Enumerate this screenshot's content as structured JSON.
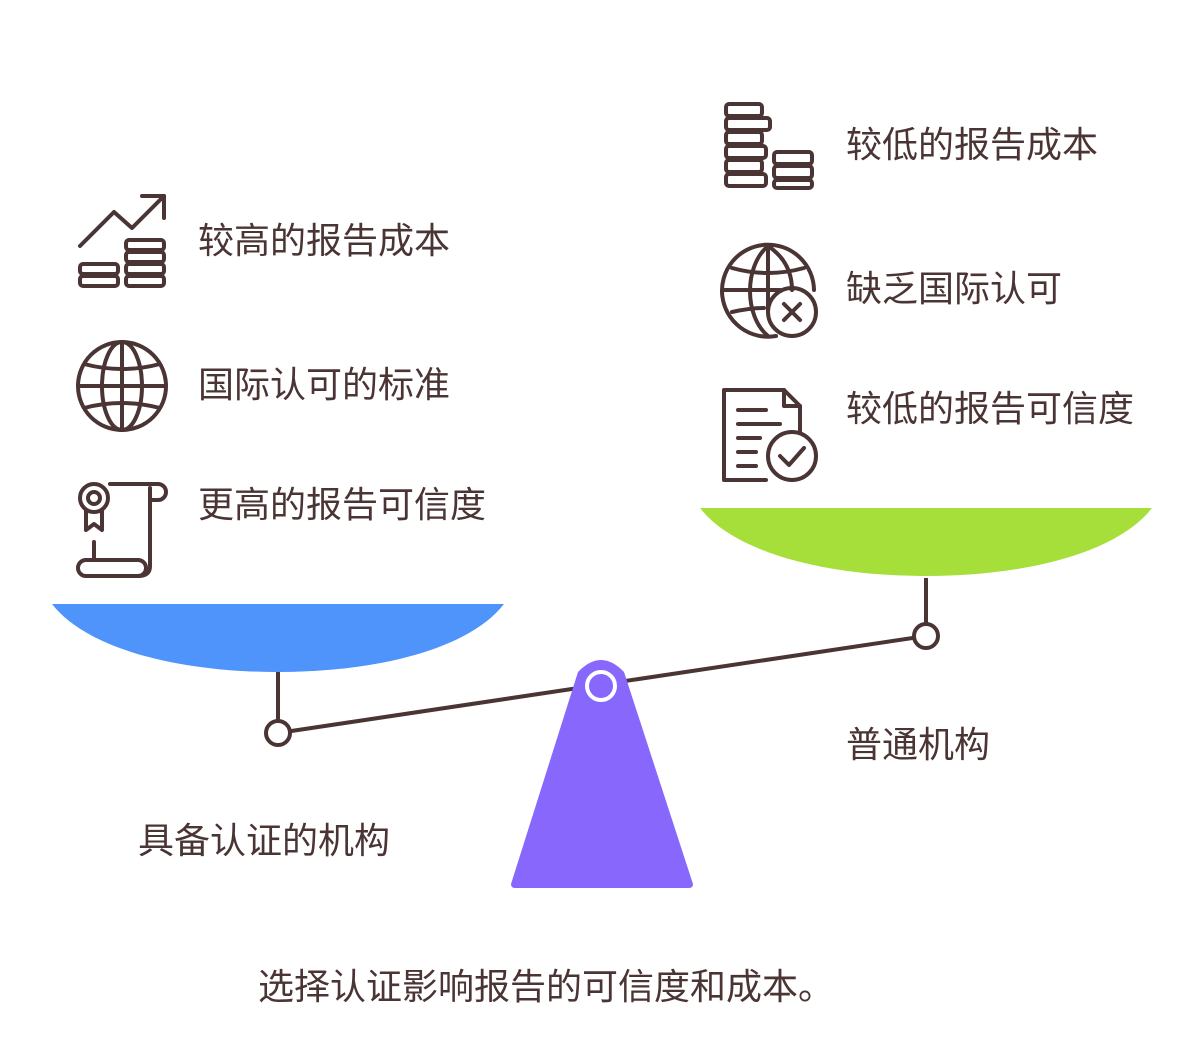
{
  "left_side": {
    "category": "具备认证的机构",
    "items": [
      {
        "icon": "rising-cost-icon",
        "text": "较高的报告成本"
      },
      {
        "icon": "globe-icon",
        "text": "国际认可的标准"
      },
      {
        "icon": "certificate-icon",
        "text": "更高的报告可信度"
      }
    ],
    "pan_color": "#4f94fb"
  },
  "right_side": {
    "category": "普通机构",
    "items": [
      {
        "icon": "coin-stacks-icon",
        "text": "较低的报告成本"
      },
      {
        "icon": "globe-x-icon",
        "text": "缺乏国际认可"
      },
      {
        "icon": "document-check-icon",
        "text": "较低的报告可信度"
      }
    ],
    "pan_color": "#a6df3a"
  },
  "fulcrum_color": "#8867fc",
  "caption": "选择认证影响报告的可信度和成本。"
}
